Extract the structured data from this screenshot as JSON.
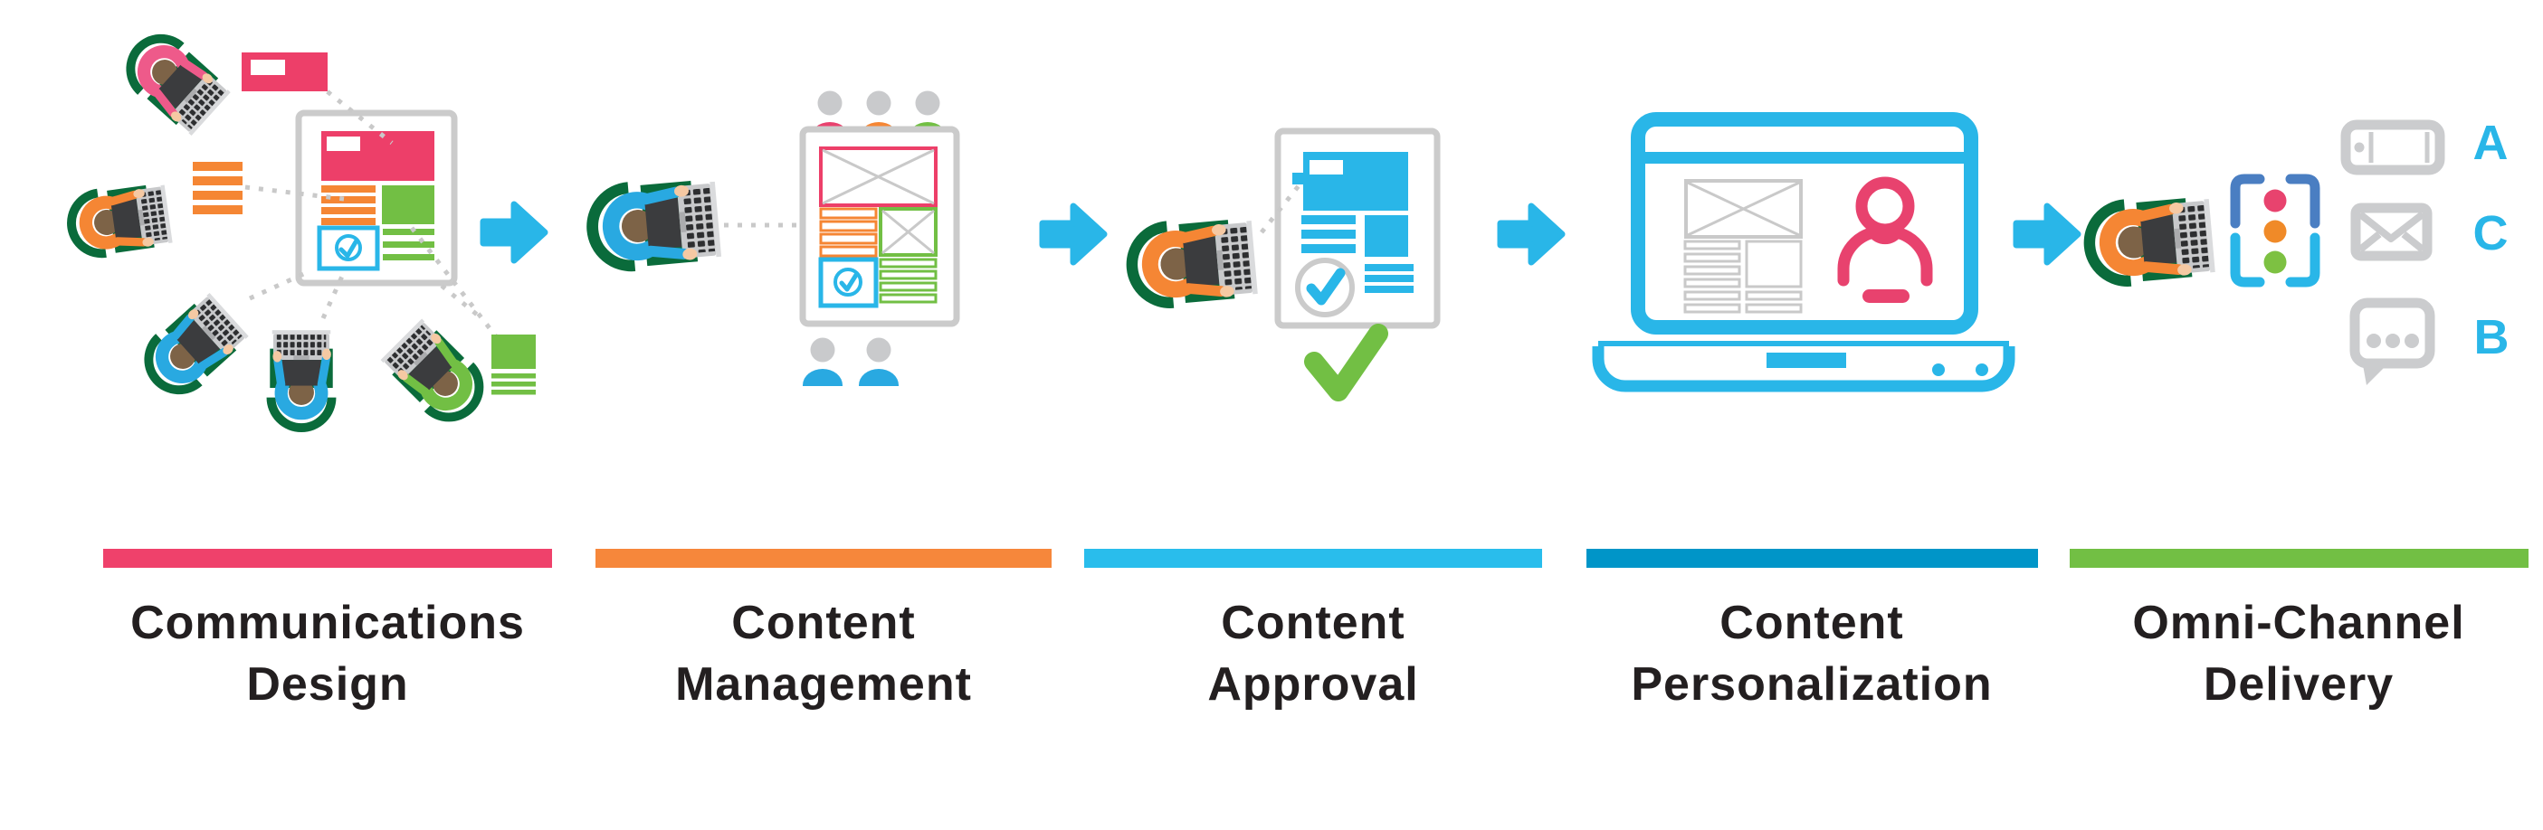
{
  "diagram": {
    "description": "Five stage content workflow infographic",
    "stages": [
      {
        "name": "communications-design",
        "line1": "Communications",
        "line2": "Design",
        "color": "#EF416B"
      },
      {
        "name": "content-management",
        "line1": "Content",
        "line2": "Management",
        "color": "#F6873B"
      },
      {
        "name": "content-approval",
        "line1": "Content",
        "line2": "Approval",
        "color": "#29BDEC"
      },
      {
        "name": "content-personalization",
        "line1": "Content",
        "line2": "Personalization",
        "color": "#0095C8"
      },
      {
        "name": "omni-channel-delivery",
        "line1": "Omni-Channel",
        "line2": "Delivery",
        "color": "#72BF44"
      }
    ],
    "channels": [
      {
        "letter": "A",
        "icon": "phone-icon"
      },
      {
        "letter": "C",
        "icon": "envelope-icon"
      },
      {
        "letter": "B",
        "icon": "chat-bubble-icon"
      }
    ],
    "colors": {
      "pink": "#ED3F69",
      "pink_shirt": "#EE5A8A",
      "orange": "#F58634",
      "cyan": "#29B6E8",
      "dark_blue": "#0095C8",
      "green": "#72BF44",
      "chair_green": "#0A6B3B",
      "gray_outline": "#CBCBCB",
      "text": "#231F20",
      "skin": "#F5C9A3",
      "head_brown": "#7D6347"
    }
  }
}
